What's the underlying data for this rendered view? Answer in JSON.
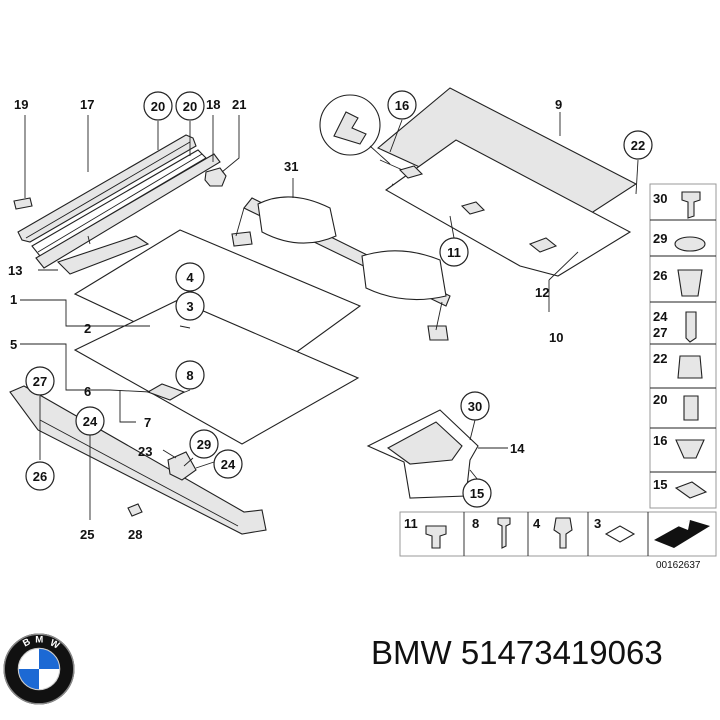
{
  "diagram": {
    "callouts": {
      "c19": "19",
      "c17": "17",
      "c20a": "20",
      "c20b": "20",
      "c18": "18",
      "c21": "21",
      "c16": "16",
      "c9": "9",
      "c22": "22",
      "c31": "31",
      "c13": "13",
      "c4": "4",
      "c1": "1",
      "c3": "3",
      "c2": "2",
      "c11": "11",
      "c12": "12",
      "c10": "10",
      "c5": "5",
      "c8": "8",
      "c6": "6",
      "c7": "7",
      "c27": "27",
      "c24a": "24",
      "c23": "23",
      "c29": "29",
      "c24b": "24",
      "c26": "26",
      "c25": "25",
      "c28": "28",
      "c30": "30",
      "c14": "14",
      "c15": "15"
    },
    "side_panel": [
      "30",
      "29",
      "26",
      "24",
      "27",
      "22",
      "20",
      "16",
      "15"
    ],
    "bottom_panel": [
      "11",
      "8",
      "4",
      "3"
    ],
    "ref_number": "00162637"
  },
  "caption": "BMW 51473419063",
  "logo": {
    "text": "BMW",
    "colors": {
      "blue": "#1c69d4",
      "white": "#ffffff",
      "black": "#111111"
    }
  }
}
